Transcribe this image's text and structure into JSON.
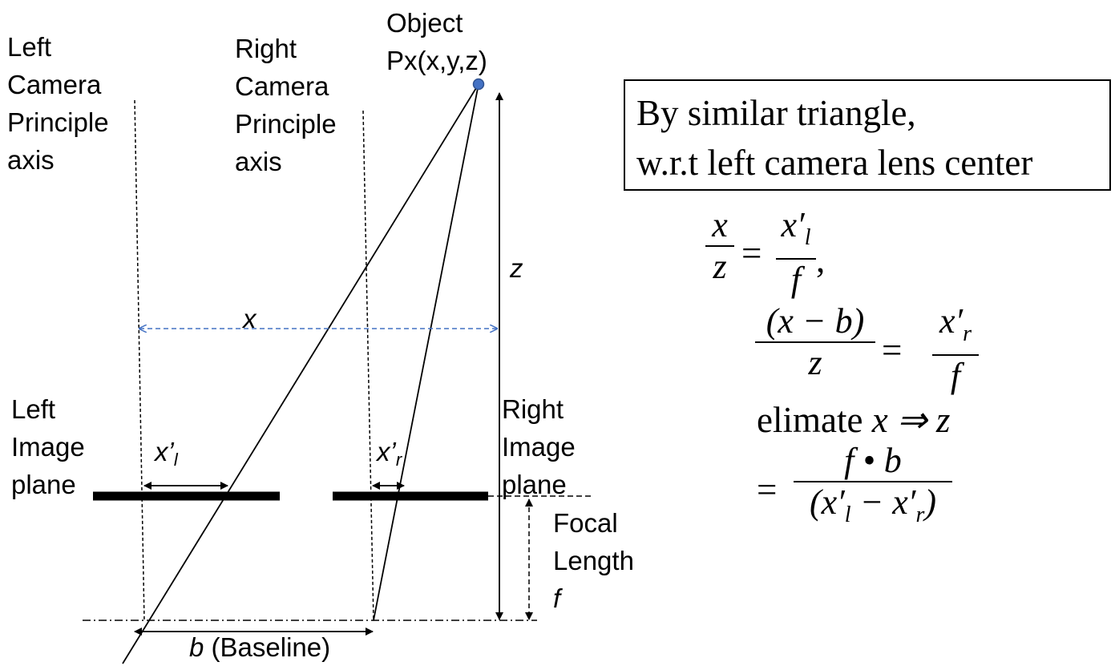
{
  "labels": {
    "left_axis": "Left\nCamera\nPrinciple\naxis",
    "right_axis": "Right\nCamera\nPrinciple\naxis",
    "object": "Object\nPx(x,y,z)",
    "z": "z",
    "x": "x",
    "left_image_plane": "Left\nImage\nplane",
    "right_image_plane": "Right\nImage\nplane",
    "xl": "x’",
    "xl_sub": "l",
    "xr": "x’",
    "xr_sub": "r",
    "focal_length": "Focal\nLength",
    "f": "f",
    "baseline_b": "b",
    "baseline": " (Baseline)"
  },
  "box": {
    "text": "By similar triangle,\nw.r.t left camera lens center"
  },
  "equations": {
    "eq1_lhs_num": "x",
    "eq1_lhs_den": "z",
    "eq1_eq": "=",
    "eq1_rhs_num": "x′",
    "eq1_rhs_num_sub": "l",
    "eq1_rhs_den": "f",
    "eq1_comma": ",",
    "eq2_lhs_num": "(x − b)",
    "eq2_lhs_den": "z",
    "eq2_eq": "=",
    "eq2_rhs_num": "x′",
    "eq2_rhs_num_sub": "r",
    "eq2_rhs_den": "f",
    "eq3_text": "elimate ",
    "eq3_math": "x ⇒ z",
    "eq4_eq": "=",
    "eq4_num": "f • b",
    "eq4_den_open": "(x′",
    "eq4_den_sub1": "l",
    "eq4_den_mid": " − x′",
    "eq4_den_sub2": "r",
    "eq4_den_close": ")"
  },
  "colors": {
    "line": "#000000",
    "x_arrow": "#4472c4",
    "object_point": "#4472c4"
  }
}
